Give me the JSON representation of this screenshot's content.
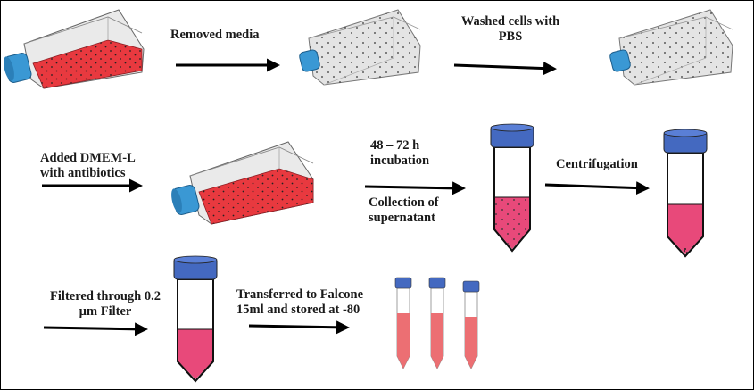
{
  "steps": {
    "removed_media": "Removed media",
    "washed_line1": "Washed cells with",
    "washed_line2": "PBS",
    "added_line1": "Added DMEM-L",
    "added_line2": "with antibiotics",
    "incubation_line1": "48 – 72 h",
    "incubation_line2": "incubation",
    "collection_line1": "Collection of",
    "collection_line2": "supernatant",
    "centrifugation": "Centrifugation",
    "filtered_line1": "Filtered through 0.2",
    "filtered_line2": "µm Filter",
    "transferred_line1": "Transferred to Falcone",
    "transferred_line2": "15ml and stored at -80"
  },
  "colors": {
    "media_red": "#e8393f",
    "media_pink": "#e8497a",
    "sample_light": "#ec6f73",
    "cap_blue": "#3a98d4",
    "tube_cap": "#4469c0",
    "flask_body": "#e6e6e6",
    "arrow": "#000000",
    "border": "#000000"
  }
}
